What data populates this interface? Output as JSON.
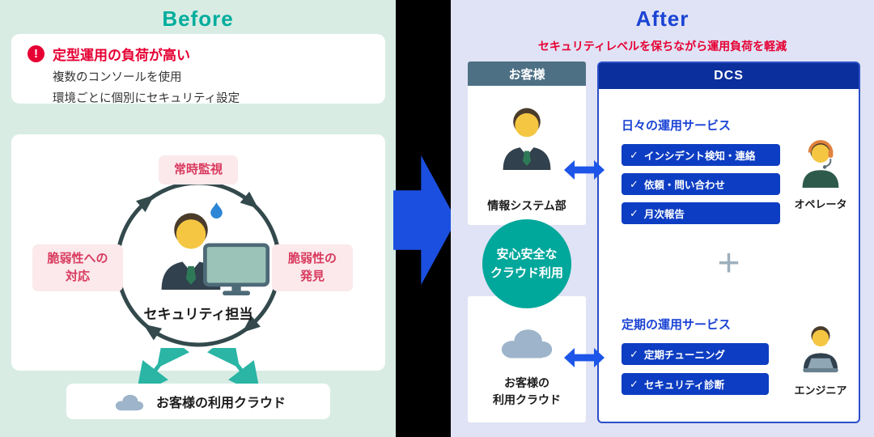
{
  "before": {
    "title": "Before",
    "alert": {
      "icon": "!",
      "title": "定型運用の負荷が高い",
      "line1": "複数のコンソールを使用",
      "line2": "環境ごとに個別にセキュリティ設定"
    },
    "cycle": {
      "top": "常時監視",
      "left1": "脆弱性への",
      "left2": "対応",
      "right1": "脆弱性の",
      "right2": "発見",
      "person": "セキュリティ担当"
    },
    "cloud": "お客様の利用クラウド"
  },
  "after": {
    "title": "After",
    "subtitle": "セキュリティレベルを保ちながら運用負荷を軽減",
    "customer": {
      "header": "お客様",
      "it_label": "情報システム部",
      "badge1": "安心安全な",
      "badge2": "クラウド利用",
      "cloud1": "お客様の",
      "cloud2": "利用クラウド"
    },
    "dcs": {
      "header": "DCS",
      "check": "✓",
      "plus": "+",
      "daily_title": "日々の運用サービス",
      "daily_items": [
        "インシデント検知・連絡",
        "依頼・問い合わせ",
        "月次報告"
      ],
      "daily_role": "オペレータ",
      "periodic_title": "定期の運用サービス",
      "periodic_items": [
        "定期チューニング",
        "セキュリティ診断"
      ],
      "periodic_role": "エンジニア"
    }
  },
  "colors": {
    "before_bg": "#d8ece4",
    "after_bg": "#dfe3f5",
    "before_title_teal": "#00ad9c",
    "after_title_blue": "#1b43d4",
    "alert_red": "#e60033",
    "pink_tag_text": "#d93a5e",
    "ring_dark": "#33494c",
    "teal_arrow": "#2ab5a5",
    "badge_teal": "#00a79b",
    "customer_header_slate": "#4e7085",
    "dcs_header_navy": "#0b2f9c",
    "pill_blue": "#0d3dc2",
    "dcs_border_blue": "#2d4fc9",
    "big_arrow_blue": "#1b4fe0"
  }
}
